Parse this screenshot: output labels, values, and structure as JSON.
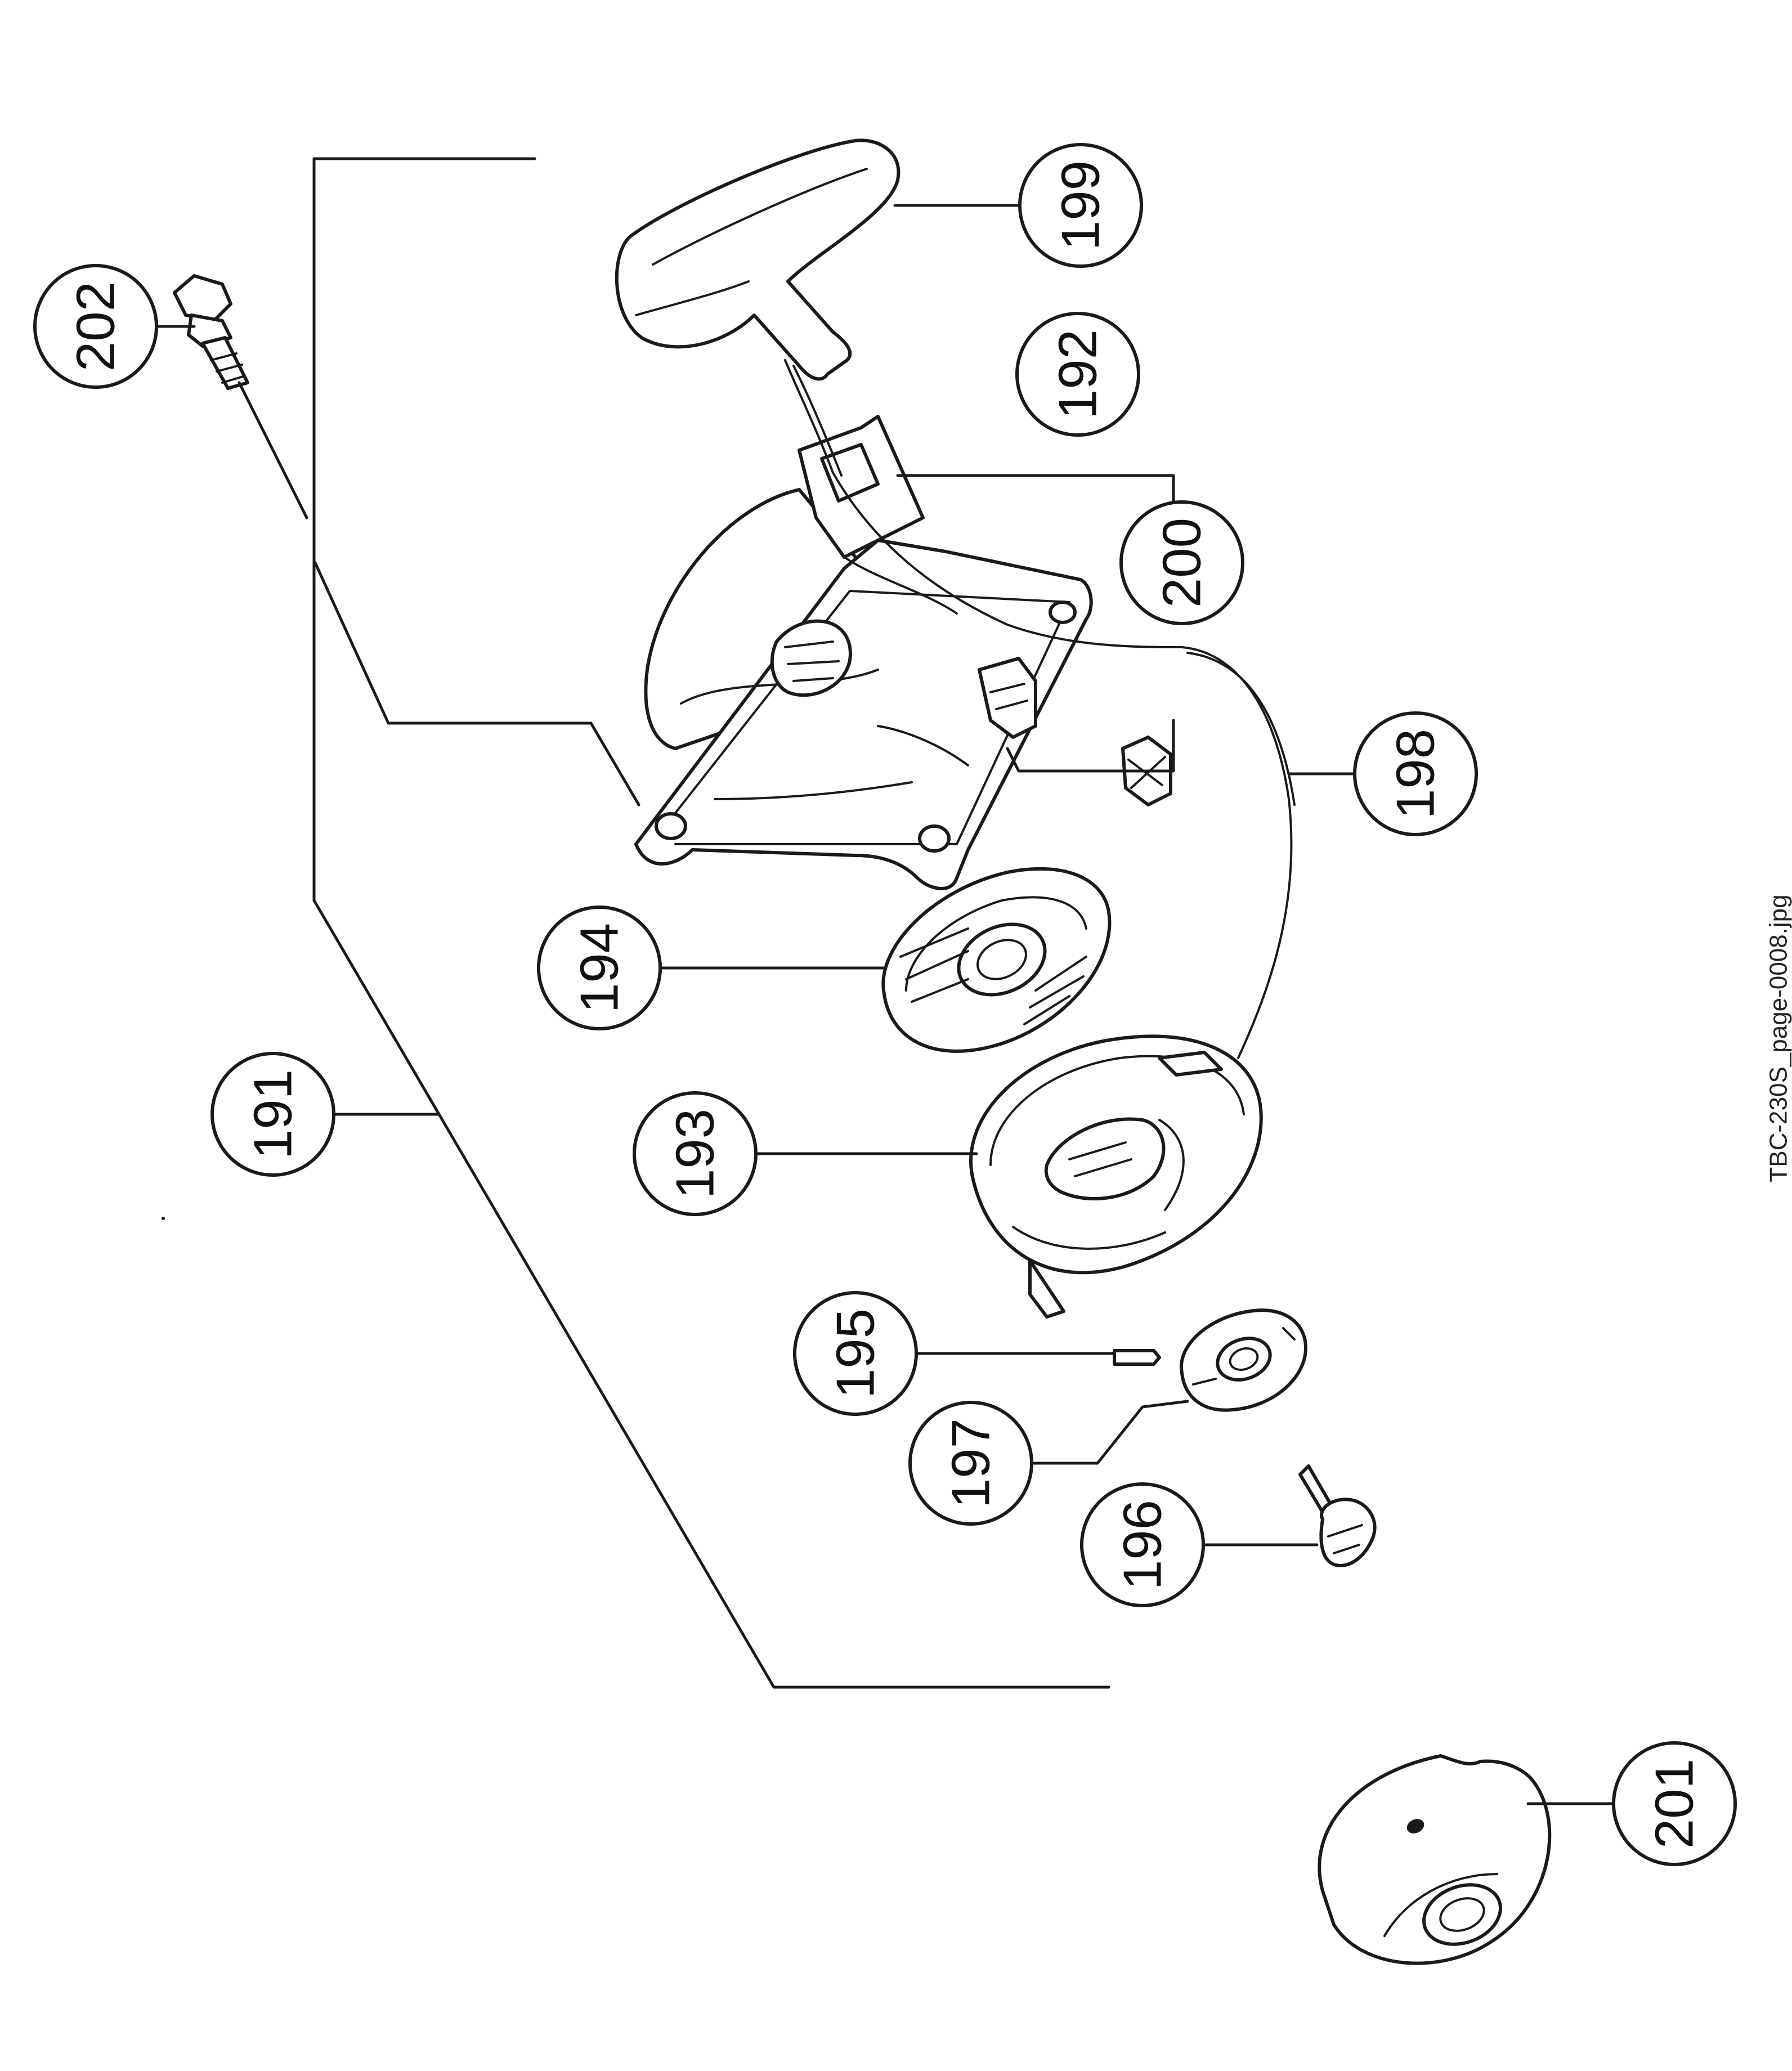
{
  "file_name": "TBC-230S_page-0008.jpg",
  "callouts": {
    "c191": "191",
    "c192": "192",
    "c193": "193",
    "c194": "194",
    "c195": "195",
    "c196": "196",
    "c197": "197",
    "c198": "198",
    "c199": "199",
    "c200": "200",
    "c201": "201",
    "c202": "202"
  },
  "colors": {
    "ink": "#1a1a1a",
    "paper": "#ffffff"
  }
}
